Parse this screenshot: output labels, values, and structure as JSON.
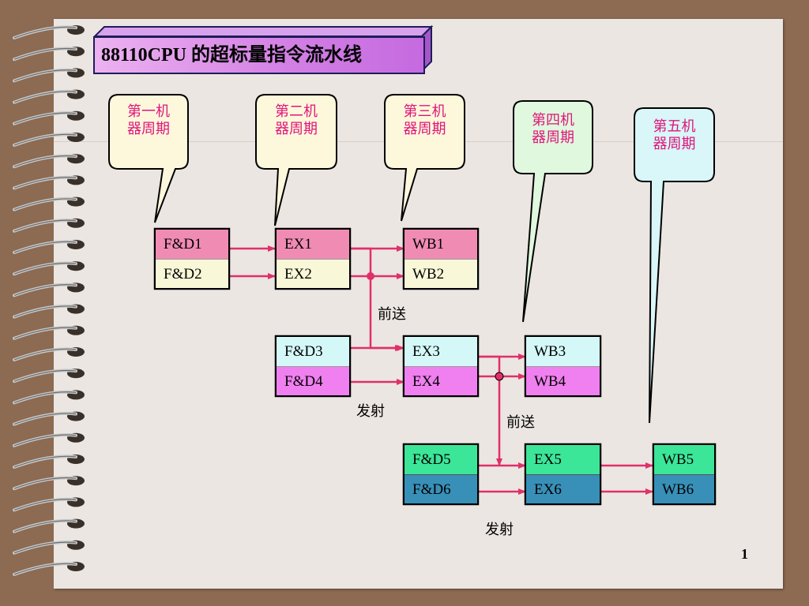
{
  "title": "88110CPU 的超标量指令流水线",
  "callouts": [
    {
      "line1": "第一机",
      "line2": "器周期",
      "fill": "#fdf8dc"
    },
    {
      "line1": "第二机",
      "line2": "器周期",
      "fill": "#fdf8dc"
    },
    {
      "line1": "第三机",
      "line2": "器周期",
      "fill": "#fdf8dc"
    },
    {
      "line1": "第四机",
      "line2": "器周期",
      "fill": "#dff8de"
    },
    {
      "line1": "第五机",
      "line2": "器周期",
      "fill": "#d9f6f8"
    }
  ],
  "stages": {
    "fd1": "F&D1",
    "fd2": "F&D2",
    "ex1": "EX1",
    "ex2": "EX2",
    "wb1": "WB1",
    "wb2": "WB2",
    "fd3": "F&D3",
    "fd4": "F&D4",
    "ex3": "EX3",
    "ex4": "EX4",
    "wb3": "WB3",
    "wb4": "WB4",
    "fd5": "F&D5",
    "fd6": "F&D6",
    "ex5": "EX5",
    "ex6": "EX6",
    "wb5": "WB5",
    "wb6": "WB6"
  },
  "labels": {
    "forward1": "前送",
    "issue1": "发射",
    "forward2": "前送",
    "issue2": "发射"
  },
  "colors": {
    "pink": "#f08cb4",
    "cream": "#f8f8d8",
    "cyan": "#d4f8f8",
    "magenta": "#f080f0",
    "green": "#3ce698",
    "teal": "#3890b8",
    "arrow": "#e0306a"
  },
  "page_number": "1"
}
